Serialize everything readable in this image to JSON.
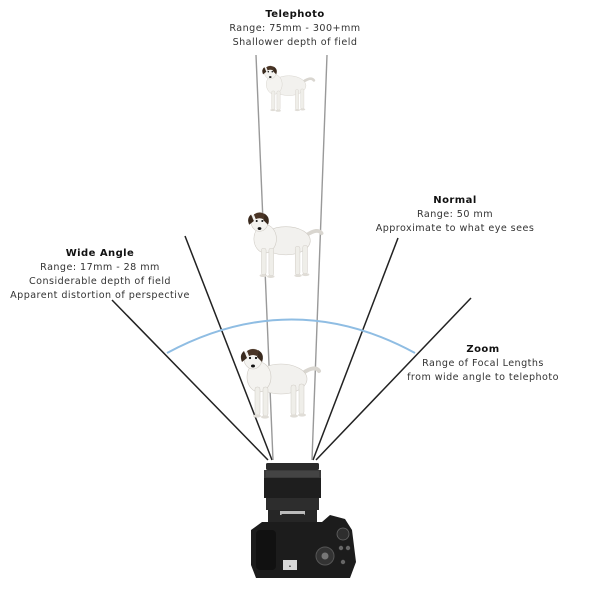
{
  "labels": {
    "telephoto": {
      "title": "Telephoto",
      "lines": [
        "Range: 75mm - 300+mm",
        "Shallower depth of field"
      ]
    },
    "normal": {
      "title": "Normal",
      "lines": [
        "Range: 50 mm",
        "Approximate to what eye sees"
      ]
    },
    "wide": {
      "title": "Wide Angle",
      "lines": [
        "Range: 17mm - 28 mm",
        "Considerable depth of field",
        "Apparent distortion of perspective"
      ]
    },
    "zoom": {
      "title": "Zoom",
      "lines": [
        "Range of Focal Lengths",
        "from wide angle to telephoto"
      ]
    }
  },
  "colors": {
    "lines": "#222222",
    "zoom_arc": "#8fbde3",
    "dog_fur": "#f2f1ee",
    "dog_ear": "#3a2a1e",
    "camera_body": "#1c1c1c"
  },
  "icons": [
    "dog-illustration",
    "dslr-camera-illustration"
  ]
}
